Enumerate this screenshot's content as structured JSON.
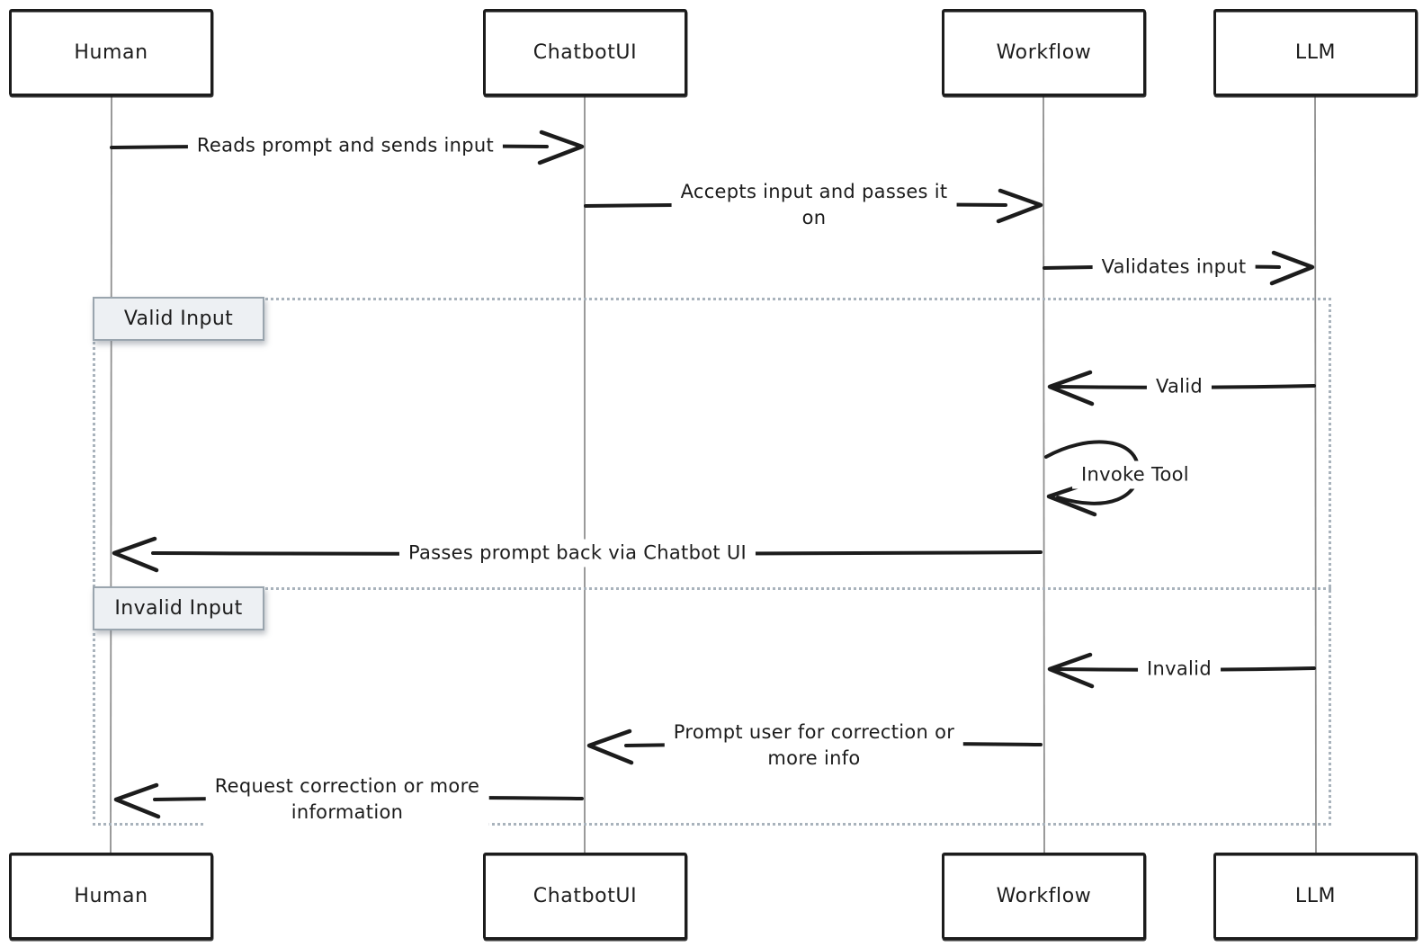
{
  "actors": [
    {
      "id": "human",
      "label": "Human"
    },
    {
      "id": "chatbotui",
      "label": "ChatbotUI"
    },
    {
      "id": "workflow",
      "label": "Workflow"
    },
    {
      "id": "llm",
      "label": "LLM"
    }
  ],
  "frame": {
    "sections": [
      {
        "label": "Valid Input"
      },
      {
        "label": "Invalid Input"
      }
    ]
  },
  "messages": [
    {
      "from": "Human",
      "to": "ChatbotUI",
      "type": "solid-arrow",
      "label": "Reads prompt and sends input"
    },
    {
      "from": "ChatbotUI",
      "to": "Workflow",
      "type": "solid-arrow",
      "lines": [
        "Accepts input and passes it",
        "on"
      ]
    },
    {
      "from": "Workflow",
      "to": "LLM",
      "type": "solid-arrow",
      "label": "Validates input"
    },
    {
      "from": "LLM",
      "to": "Workflow",
      "type": "solid-arrow",
      "section": "Valid Input",
      "label": "Valid"
    },
    {
      "from": "Workflow",
      "to": "Workflow",
      "type": "self-loop",
      "section": "Valid Input",
      "label": "Invoke Tool"
    },
    {
      "from": "Workflow",
      "to": "Human",
      "type": "solid-arrow",
      "section": "Valid Input",
      "label": "Passes prompt back via Chatbot UI"
    },
    {
      "from": "LLM",
      "to": "Workflow",
      "type": "solid-arrow",
      "section": "Invalid Input",
      "label": "Invalid"
    },
    {
      "from": "Workflow",
      "to": "ChatbotUI",
      "type": "solid-arrow",
      "section": "Invalid Input",
      "lines": [
        "Prompt user for correction or",
        "more info"
      ]
    },
    {
      "from": "ChatbotUI",
      "to": "Human",
      "type": "solid-arrow",
      "section": "Invalid Input",
      "lines": [
        "Request correction or more",
        "information"
      ]
    }
  ],
  "colors": {
    "stroke": "#1c1c1c",
    "lifeline": "#8f8f8f",
    "frame_dotted": "#a9b3bc",
    "section_label_fill": "#edf0f3",
    "section_label_border": "#9aa5ae",
    "background": "#ffffff"
  }
}
